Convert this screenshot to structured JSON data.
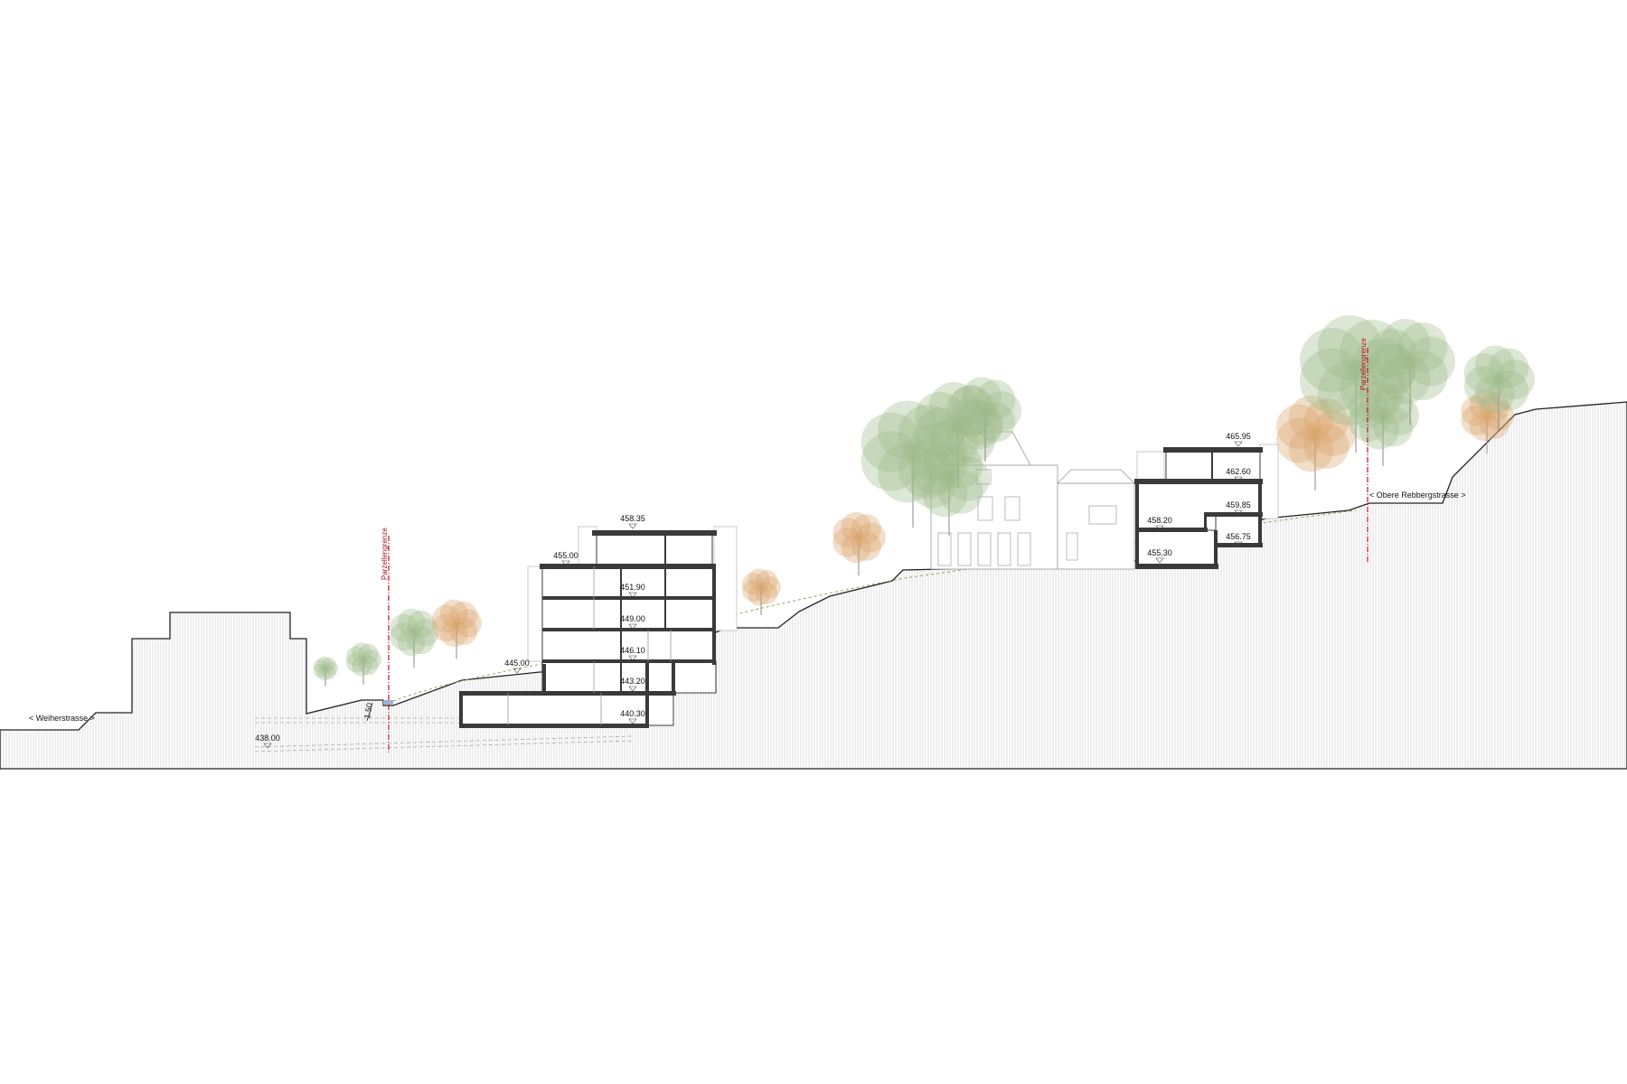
{
  "streets": {
    "left": "< Weiherstrasse >",
    "right": "< Obere Rebbergstrasse >"
  },
  "parcel_boundary_label": "Parzellengrenze",
  "dimension_label": "1.50",
  "terrain_level": "438.00",
  "building_west_levels": [
    "458.35",
    "455.00",
    "451.90",
    "449.00",
    "446.10",
    "445.00",
    "443.20",
    "440.30"
  ],
  "building_east_levels": [
    "465.95",
    "462.60",
    "459.85",
    "458.20",
    "456.75",
    "455.30"
  ],
  "colors": {
    "section_cut": "#3a3a3a",
    "parcel_line": "#c0101e",
    "tree_green": "#9fb98a",
    "tree_autumn": "#d9a26a",
    "terrain_hatch": "#c8c8c8",
    "existing_terrain": "#8aa860"
  }
}
